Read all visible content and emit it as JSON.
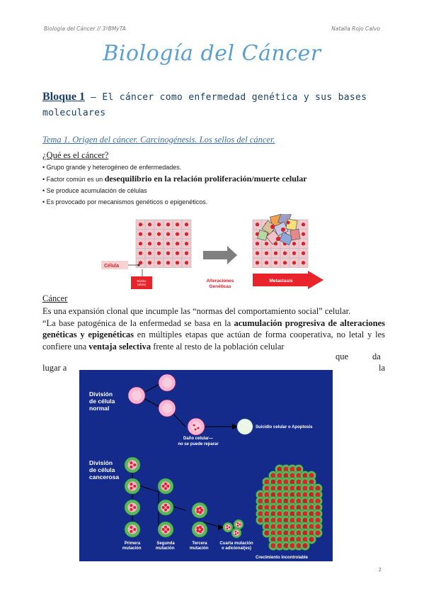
{
  "header": {
    "left": "Biología del Cáncer // 3ºBMyTA",
    "right": "Natalia Rojo Calvo"
  },
  "title": "Biología del Cáncer",
  "bloque": {
    "label": "Bloque 1",
    "text": " – El cáncer como enfermedad genética y sus bases moleculares"
  },
  "tema": "Tema 1. Origen del cáncer. Carcinogénesis. Los sellos del cáncer.",
  "question": "¿Qué es el cáncer?",
  "bullets": {
    "b1": "• Grupo grande y heterogéneo de enfermedades.",
    "b2_pre": "• Factor común es un ",
    "b2_bold": "desequilibrio en la relación proliferación/muerte celular",
    "b3": "• Se produce acumulación de células",
    "b4": "• Es provocado por mecanismos genéticos o epigenéticos."
  },
  "figure1": {
    "cell_label": "Célula",
    "nucleus_label": "Núcleo celular",
    "arrow_label": "Alteraciones Genéticas",
    "metastasis_label": "Metastasis",
    "colors": {
      "cell": "#f2c9cf",
      "nucleus": "#d2232a",
      "grid": "#bfbfbf",
      "arrow": "#7f7f7f",
      "red": "#e8232a"
    }
  },
  "cancer_heading": "Cáncer",
  "paragraph": {
    "p1": "Es una expansión clonal que incumple las “normas del comportamiento social” celular.",
    "p2_a": "“La base patogénica de la enfermedad se basa en la ",
    "p2_b": "acumulación progresiva de alteraciones genéticas y epigenéticas",
    "p2_c": " en múltiples etapas que actúan de forma cooperativa, no letal y les confiere una ",
    "p2_d": "ventaja selectiva",
    "p2_e": " frente al resto de la población celular"
  },
  "tail": {
    "left": "lugar a",
    "right": "la",
    "que": "que",
    "da": "da"
  },
  "figure2": {
    "normal_title_1": "División",
    "normal_title_2": "de célula",
    "normal_title_3": "normal",
    "damage_1": "Daño celular—",
    "damage_2": "no se puede reparar",
    "apoptosis": "Suicidio celular o Apoptosis",
    "cancer_title_1": "División",
    "cancer_title_2": "de célula",
    "cancer_title_3": "cancerosa",
    "m1_1": "Primera",
    "m1_2": "mutación",
    "m2_1": "Segunda",
    "m2_2": "mutación",
    "m3_1": "Tercera",
    "m3_2": "mutación",
    "m4_1": "Cuarta mutación",
    "m4_2": "o adicional(es)",
    "growth": "Crecimiento incontrolable",
    "colors": {
      "bg": "#142b8c",
      "cell": "#f6b4d0",
      "cancer_cell": "#57b85b",
      "mutation": "#e0202a",
      "apoptosis": "#eaf6e8"
    }
  },
  "page_number": "2"
}
